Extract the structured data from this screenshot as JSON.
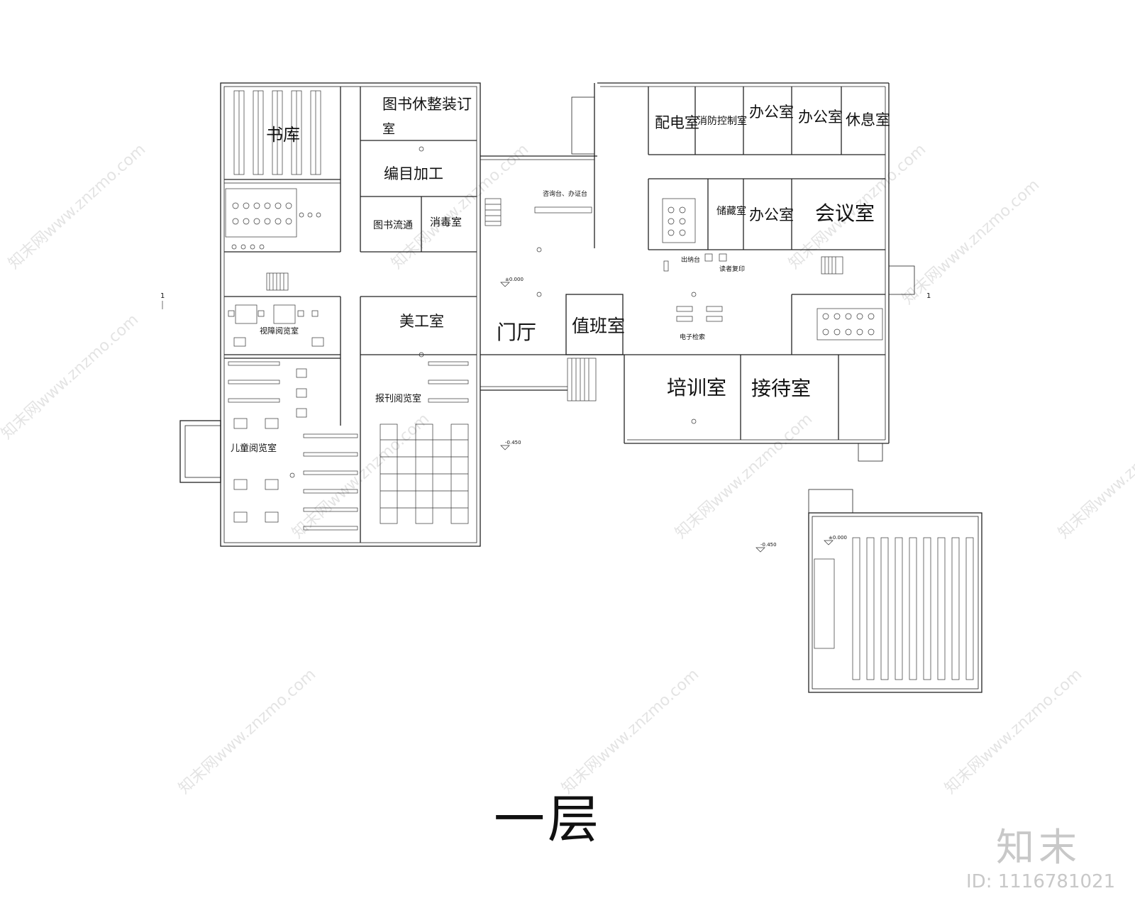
{
  "drawing": {
    "title": "一层",
    "section_mark_left": "1",
    "section_mark_right": "1",
    "elevations": [
      "±0.000",
      "-0.450",
      "-0.450",
      "±0.000"
    ]
  },
  "rooms": {
    "book_storage": "书库",
    "book_repair": "图书休整装订",
    "book_repair_suffix": "室",
    "cataloging": "编目加工",
    "circulation": "图书流通",
    "disinfection": "消毒室",
    "consult_desk": "咨询台、办证台",
    "visually_impaired_reading": "视障阅览室",
    "art_room": "美工室",
    "lobby": "门厅",
    "duty_room": "值班室",
    "children_reading": "儿童阅览室",
    "periodical_reading": "报刊阅览室",
    "power_room": "配电室",
    "fire_control": "消防控制室",
    "office_1": "办公室",
    "office_2": "办公室",
    "rest_room": "休息室",
    "storage": "储藏室",
    "office_3": "办公室",
    "meeting_room": "会议室",
    "lending_desk": "出纳台",
    "reader_copy": "读者复印",
    "e_search": "电子检索",
    "training_room": "培训室",
    "reception_room": "接待室"
  },
  "watermark": {
    "text": "知末网www.znzmo.com",
    "logo": "知末",
    "id": "ID: 1116781021"
  }
}
